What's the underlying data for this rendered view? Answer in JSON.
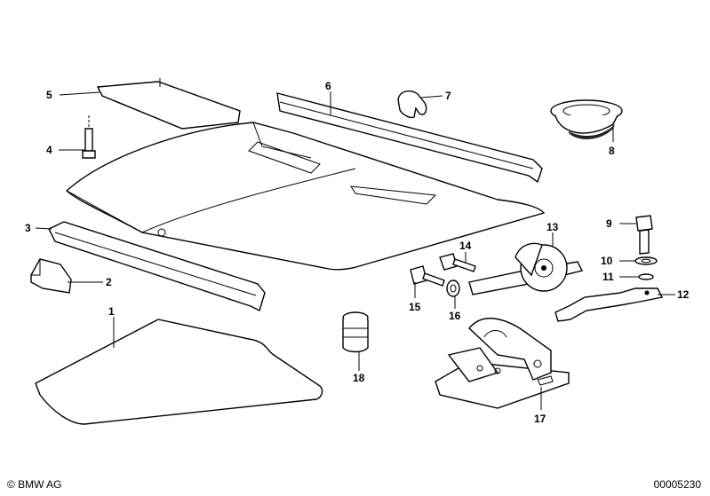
{
  "footer": {
    "copyright": "© BMW AG",
    "document_number": "00005230"
  },
  "labels": {
    "p1": "1",
    "p2": "2",
    "p3": "3",
    "p4": "4",
    "p5": "5",
    "p6": "6",
    "p7": "7",
    "p8": "8",
    "p9": "9",
    "p10": "10",
    "p11": "11",
    "p12": "12",
    "p13": "13",
    "p14": "14",
    "p15": "15",
    "p16": "16",
    "p17": "17",
    "p18": "18"
  }
}
